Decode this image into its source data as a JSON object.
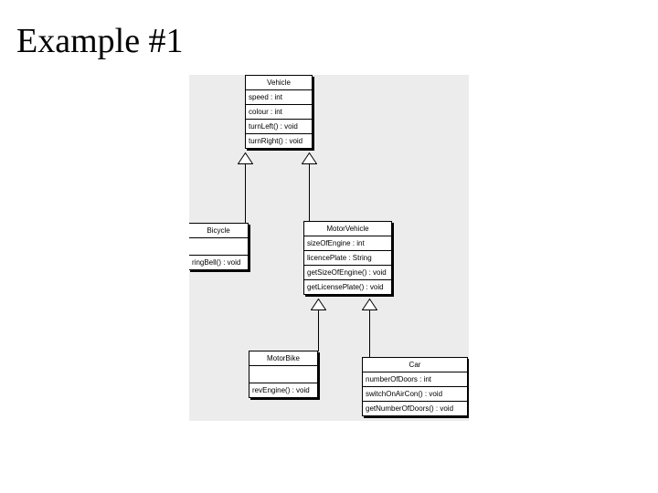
{
  "slide": {
    "title": "Example #1"
  },
  "diagram": {
    "type": "uml-class-diagram",
    "background_color": "#ececec",
    "classes": [
      {
        "id": "vehicle",
        "name": "Vehicle",
        "attributes": [
          "speed : int",
          "colour : int"
        ],
        "operations": [
          "turnLeft() : void",
          "turnRight() : void"
        ]
      },
      {
        "id": "bicycle",
        "name": "Bicycle",
        "attributes": [],
        "operations": [
          "ringBell() : void"
        ]
      },
      {
        "id": "motorvehicle",
        "name": "MotorVehicle",
        "attributes": [
          "sizeOfEngine : int",
          "licencePlate : String"
        ],
        "operations": [
          "getSizeOfEngine() : void",
          "getLicensePlate() : void"
        ]
      },
      {
        "id": "motorbike",
        "name": "MotorBike",
        "attributes": [],
        "operations": [
          "revEngine() : void"
        ]
      },
      {
        "id": "car",
        "name": "Car",
        "attributes": [
          "numberOfDoors : int"
        ],
        "operations": [
          "switchOnAirCon() : void",
          "getNumberOfDoors() : void"
        ]
      }
    ],
    "generalizations": [
      {
        "child": "bicycle",
        "parent": "vehicle"
      },
      {
        "child": "motorvehicle",
        "parent": "vehicle"
      },
      {
        "child": "motorbike",
        "parent": "motorvehicle"
      },
      {
        "child": "car",
        "parent": "motorvehicle"
      }
    ]
  }
}
